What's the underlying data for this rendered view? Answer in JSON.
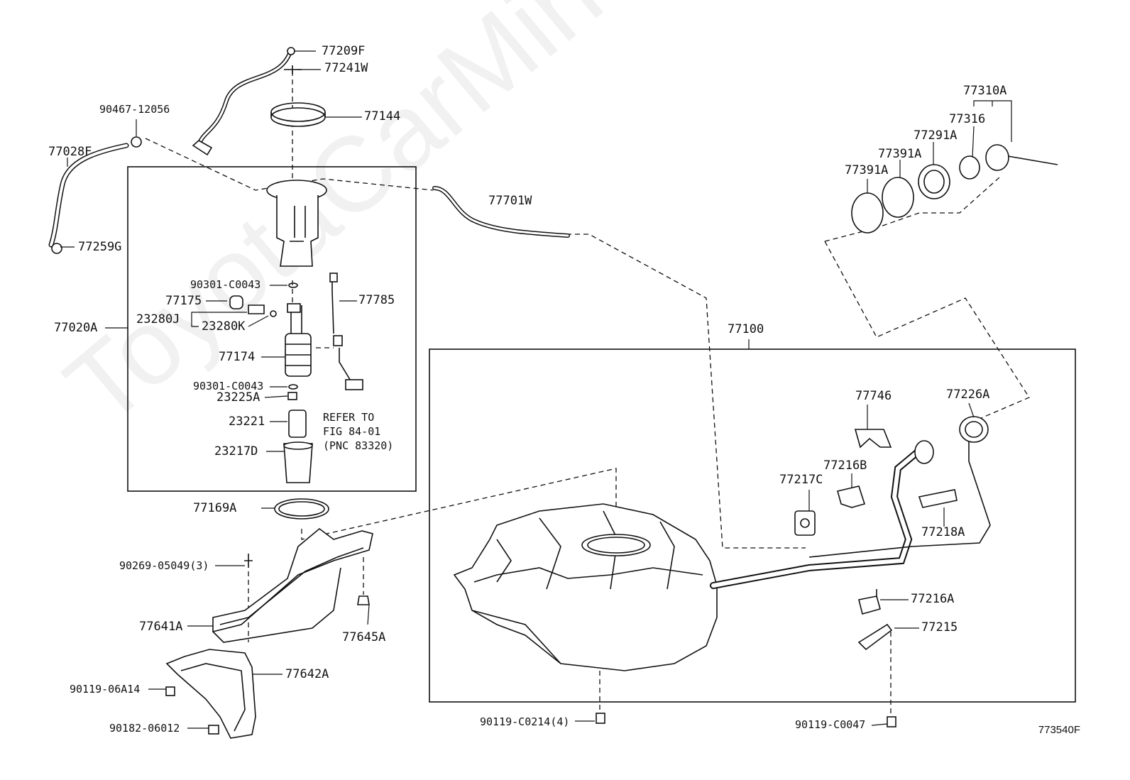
{
  "watermark": "ToyotaCarMine.ru",
  "figure_code": "773540F",
  "note_lines": [
    "REFER TO",
    "FIG 84-01",
    "(PNC 83320)"
  ],
  "labels": {
    "p77209F": "77209F",
    "p77241W": "77241W",
    "p90467": "90467-12056",
    "p77144": "77144",
    "p77028F": "77028F",
    "p77259G": "77259G",
    "p77701W": "77701W",
    "p90301a": "90301-C0043",
    "p77175": "77175",
    "p23280J": "23280J",
    "p23280K": "23280K",
    "p77785": "77785",
    "p77020A": "77020A",
    "p77174": "77174",
    "p90301b": "90301-C0043",
    "p23225A": "23225A",
    "p23221": "23221",
    "p23217D": "23217D",
    "p77169A": "77169A",
    "p90269": "90269-05049(3)",
    "p77641A": "77641A",
    "p77645A": "77645A",
    "p77642A": "77642A",
    "p90119a": "90119-06A14",
    "p90182": "90182-06012",
    "p77310A": "77310A",
    "p77316": "77316",
    "p77291A": "77291A",
    "p77391Aa": "77391A",
    "p77391Ab": "77391A",
    "p77100": "77100",
    "p77746": "77746",
    "p77226A": "77226A",
    "p77216B": "77216B",
    "p77217C": "77217C",
    "p77218A": "77218A",
    "p77216A": "77216A",
    "p77215": "77215",
    "p90119b": "90119-C0214(4)",
    "p90119c": "90119-C0047"
  }
}
